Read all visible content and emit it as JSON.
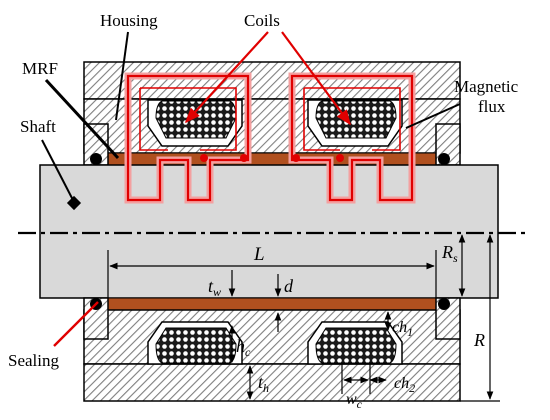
{
  "labels": {
    "housing": "Housing",
    "coils": "Coils",
    "mrf": "MRF",
    "shaft": "Shaft",
    "magnetic": "Magnetic",
    "flux": "flux",
    "sealing": "Sealing"
  },
  "dimensions": {
    "L": "L",
    "tw": "t",
    "tw_sub": "w",
    "d": "d",
    "Rs": "R",
    "Rs_sub": "s",
    "R": "R",
    "hc": "h",
    "hc_sub": "c",
    "ch1": "ch",
    "ch1_sub": "1",
    "ch2": "ch",
    "ch2_sub": "2",
    "th": "t",
    "th_sub": "h",
    "wc": "w",
    "wc_sub": "c"
  },
  "colors": {
    "outline": "#000000",
    "hatch": "#7f7f7f",
    "mrf": "#b0501f",
    "flux": "#e00000",
    "flux_glow": "#f4a0a0",
    "shaft": "#d9d9d9",
    "coil_bg": "#1a1a1a"
  }
}
